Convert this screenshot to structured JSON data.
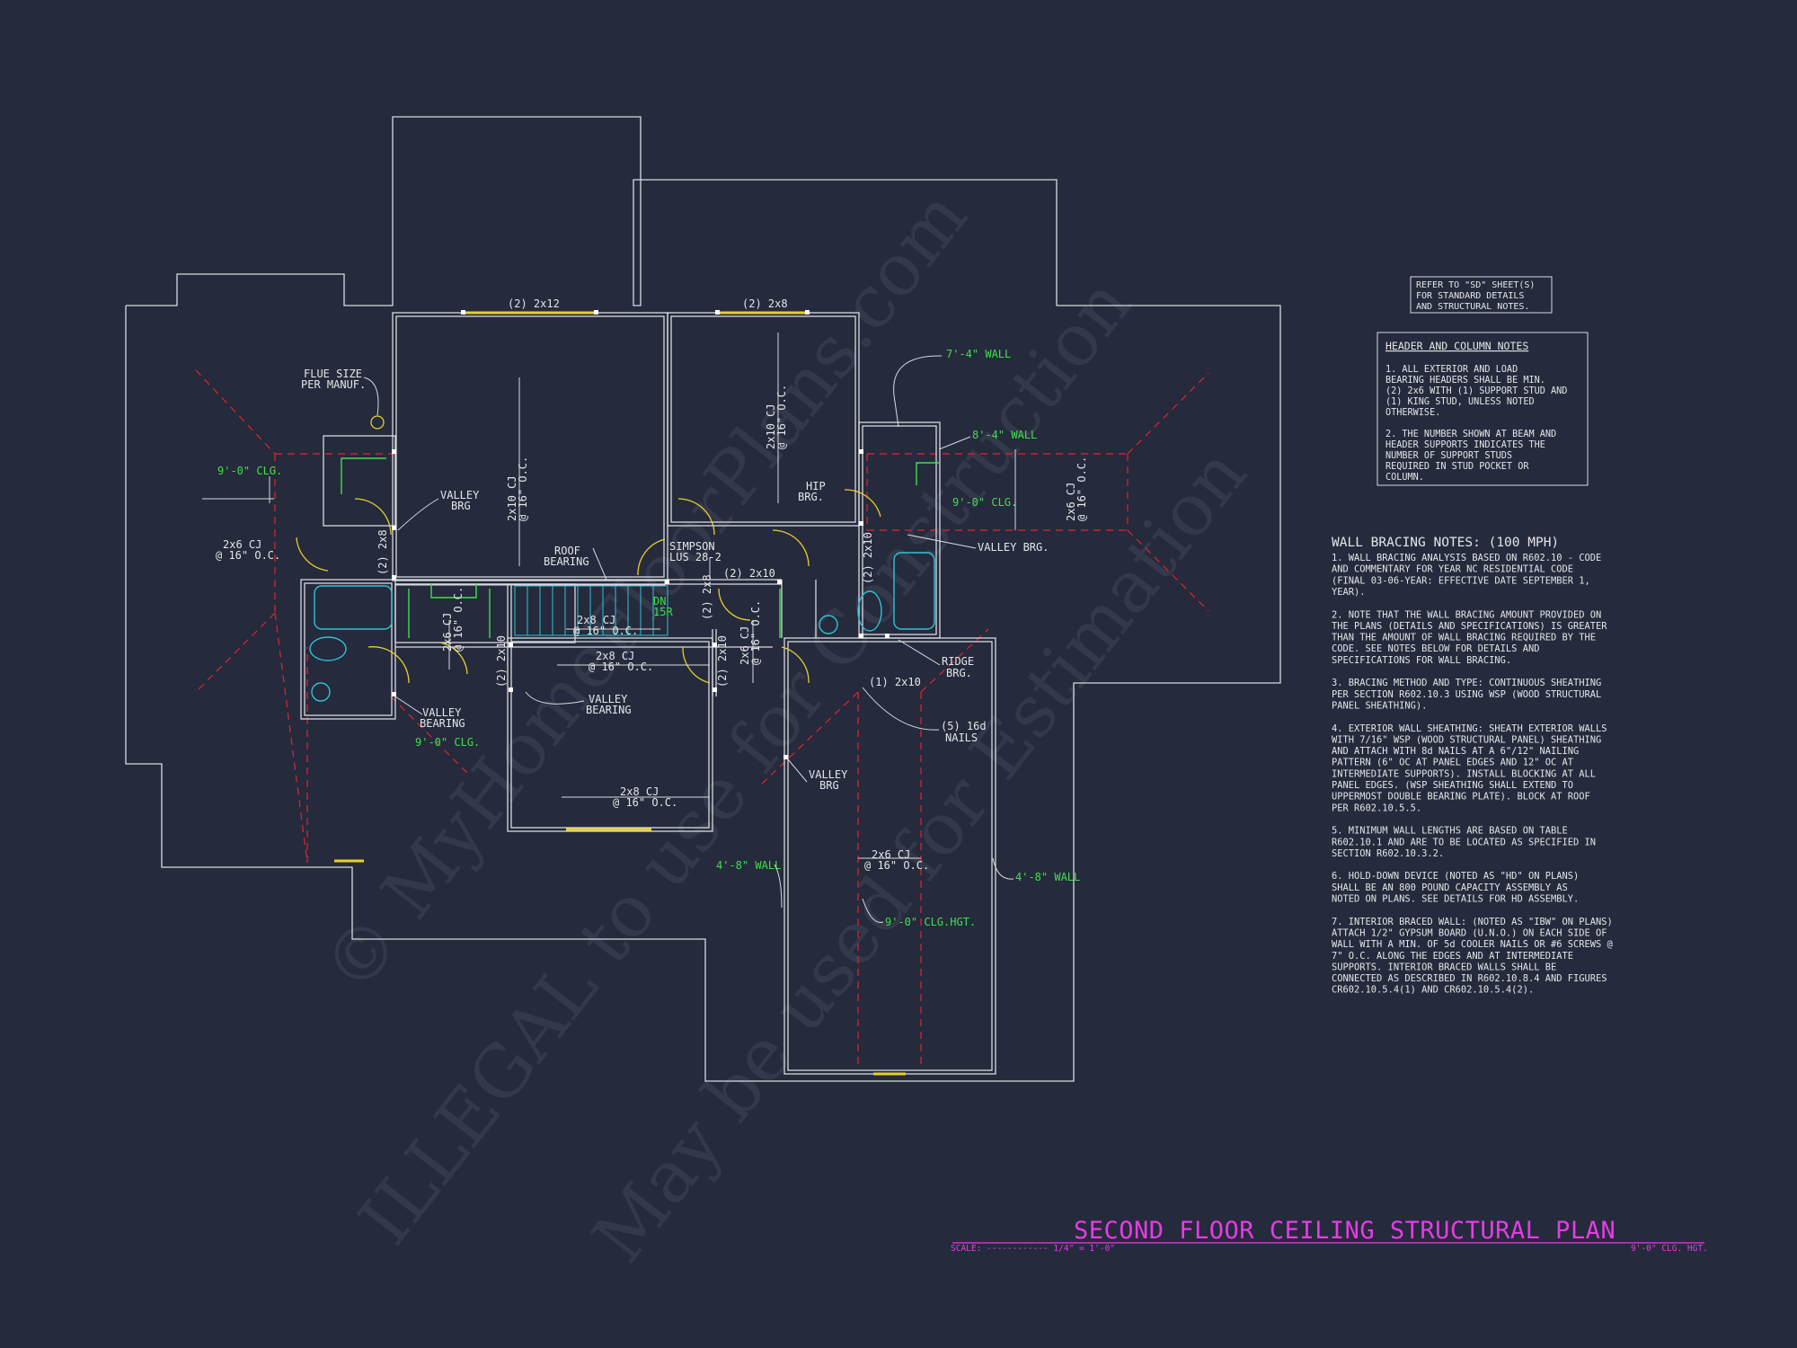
{
  "title": "SECOND FLOOR CEILING STRUCTURAL PLAN",
  "scale_label": "SCALE: ------------ 1/4\" = 1'-0\"",
  "ceiling_height": "9'-0\" CLG. HGT.",
  "refer_note": [
    "REFER TO \"SD\" SHEET(S)",
    "FOR STANDARD DETAILS",
    "AND STRUCTURAL NOTES."
  ],
  "header_notes": {
    "heading": "HEADER AND COLUMN NOTES",
    "lines": [
      "1. ALL EXTERIOR AND LOAD",
      "BEARING HEADERS SHALL BE MIN.",
      "(2) 2x6 WITH (1) SUPPORT STUD AND",
      "(1) KING STUD, UNLESS NOTED",
      "OTHERWISE.",
      "",
      "2. THE NUMBER SHOWN AT BEAM AND",
      "HEADER SUPPORTS INDICATES THE",
      "NUMBER OF SUPPORT STUDS",
      "REQUIRED IN STUD POCKET OR",
      "COLUMN."
    ]
  },
  "wall_bracing": {
    "heading": "WALL BRACING NOTES: (100 MPH)",
    "lines": [
      "1. WALL BRACING ANALYSIS BASED ON R602.10 - CODE",
      "AND COMMENTARY FOR YEAR NC RESIDENTIAL CODE",
      "(FINAL 03-06-YEAR: EFFECTIVE DATE SEPTEMBER 1,",
      "YEAR).",
      "",
      "2. NOTE THAT THE WALL BRACING AMOUNT PROVIDED ON",
      "THE PLANS (DETAILS AND SPECIFICATIONS) IS GREATER",
      "THAN THE AMOUNT OF WALL BRACING REQUIRED BY THE",
      "CODE. SEE NOTES BELOW FOR DETAILS AND",
      "SPECIFICATIONS FOR WALL BRACING.",
      "",
      "3. BRACING METHOD AND TYPE: CONTINUOUS SHEATHING",
      "PER SECTION R602.10.3 USING WSP (WOOD STRUCTURAL",
      "PANEL SHEATHING).",
      "",
      "4. EXTERIOR WALL SHEATHING: SHEATH EXTERIOR WALLS",
      "WITH 7/16\" WSP (WOOD STRUCTURAL PANEL) SHEATHING",
      "AND ATTACH WITH 8d NAILS AT A 6\"/12\" NAILING",
      "PATTERN (6\" OC AT PANEL EDGES AND 12\" OC AT",
      "INTERMEDIATE SUPPORTS). INSTALL BLOCKING AT ALL",
      "PANEL EDGES. (WSP SHEATHING SHALL EXTEND TO",
      "UPPERMOST DOUBLE BEARING PLATE). BLOCK AT ROOF",
      "PER R602.10.5.5.",
      "",
      "5. MINIMUM WALL LENGTHS ARE BASED ON TABLE",
      "R602.10.1 AND ARE TO BE LOCATED AS SPECIFIED IN",
      "SECTION R602.10.3.2.",
      "",
      "6. HOLD-DOWN DEVICE (NOTED AS \"HD\" ON PLANS)",
      "SHALL BE AN 800 POUND CAPACITY ASSEMBLY AS",
      "NOTED ON PLANS. SEE DETAILS FOR HD ASSEMBLY.",
      "",
      "7. INTERIOR BRACED WALL: (NOTED AS \"IBW\" ON PLANS)",
      "ATTACH 1/2\" GYPSUM BOARD (U.N.O.) ON EACH SIDE OF",
      "WALL WITH A MIN. OF 5d COOLER NAILS OR #6 SCREWS @",
      "7\" O.C. ALONG THE EDGES AND AT INTERMEDIATE",
      "SUPPORTS. INTERIOR BRACED WALLS SHALL BE",
      "CONNECTED AS DESCRIBED IN R602.10.8.4 AND FIGURES",
      "CR602.10.5.4(1) AND CR602.10.5.4(2)."
    ]
  },
  "plan_labels": {
    "flue": [
      "FLUE SIZE",
      "PER MANUF."
    ],
    "header_2x12": "(2) 2x12",
    "header_2x8": "(2) 2x8",
    "cj_2x10_left": [
      "2x10 CJ",
      "@ 16\" O.C."
    ],
    "cj_2x10_right": [
      "2x10 CJ",
      "@ 16\" O.C."
    ],
    "clg_9_left": "9'-0\" CLG.",
    "valley_brg_left": [
      "VALLEY",
      "BRG"
    ],
    "cj_2x6_left": [
      "2x6 CJ",
      "@ 16\" O.C."
    ],
    "header_2x8_vert": "(2) 2x8",
    "roof_bearing": [
      "ROOF",
      "BEARING"
    ],
    "simpson": [
      "SIMPSON",
      "LUS 28-2"
    ],
    "header_2x10_mid": "(2) 2x10",
    "hip_brg": [
      "HIP",
      "BRG."
    ],
    "wall_7_4": "7'-4\" WALL",
    "wall_8_4": "8'-4\" WALL",
    "clg_9_right": "9'-0\" CLG.",
    "cj_2x6_right": [
      "2x6 CJ",
      "@ 16\" O.C."
    ],
    "valley_brg_right": "VALLEY BRG.",
    "cj_2x8_stair": [
      "2x8 CJ",
      "@ 16\" O.C."
    ],
    "dn": [
      "DN",
      "15R"
    ],
    "cj_2x6_hall": [
      "2x6 CJ",
      "@ 16\" O.C."
    ],
    "header_2x10_vert_a": "(2) 2x10",
    "header_2x8_vert_b": "(2) 2x8",
    "header_2x10_vert_c": "(2) 2x10",
    "cj_2x6_center": [
      "2x6 CJ",
      "@ 16\" O.C."
    ],
    "header_2x10_vert_d": "(2) 2x10",
    "cj_2x8_hall": [
      "2x8 CJ",
      "@ 16\" O.C."
    ],
    "valley_bearing_mid": [
      "VALLEY",
      "BEARING"
    ],
    "valley_bearing_left": [
      "VALLEY",
      "BEARING"
    ],
    "clg_9_lower": "9'-0\" CLG.",
    "ridge_brg": [
      "RIDGE",
      "BRG."
    ],
    "header_1_2x10": "(1) 2x10",
    "nails_16d": [
      "(5) 16d",
      "NAILS"
    ],
    "valley_brg_lower": [
      "VALLEY",
      "BRG"
    ],
    "cj_2x8_lower": [
      "2x8 CJ",
      "@ 16\" O.C."
    ],
    "wall_4_8_left": "4'-8\" WALL",
    "wall_4_8_right": "4'-8\" WALL",
    "cj_2x6_garage": [
      "2x6 CJ",
      "@ 16\" O.C."
    ],
    "clg_9_hgt": "9'-0\" CLG.HGT."
  },
  "watermarks": [
    "© MyHomeFloorPlans.com",
    "ILLEGAL to use for Construction",
    "May be used for Estimation"
  ],
  "colors": {
    "background": "#252a3c",
    "line": "#d9dae0",
    "dash_red": "#e0262b",
    "green": "#3ee04c",
    "cyan": "#2ec3d6",
    "yellow": "#e6d22a",
    "magenta": "#e63ce6"
  }
}
